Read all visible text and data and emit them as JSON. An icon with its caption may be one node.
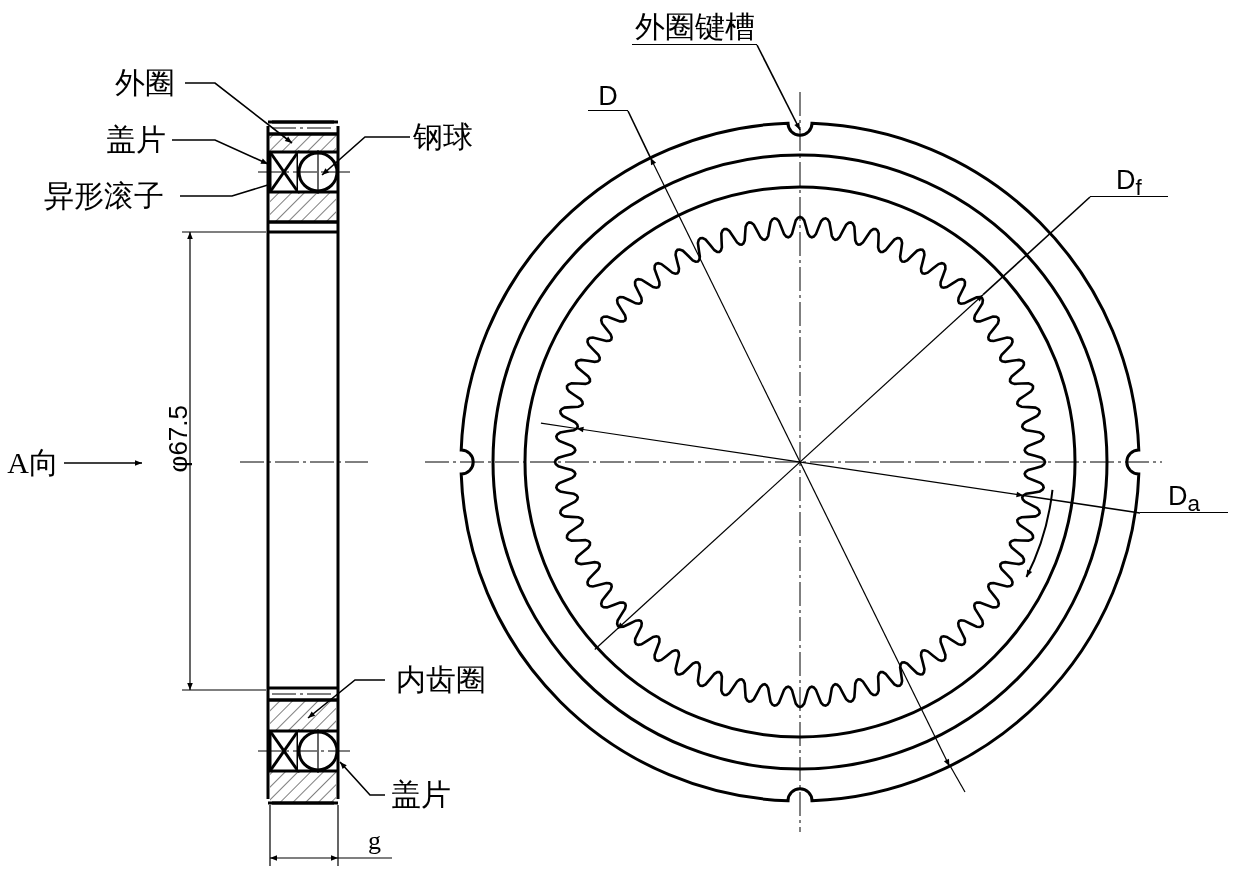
{
  "diagram": {
    "nodes": [
      {
        "text": [
          "外圈"
        ]
      },
      {
        "text": [
          "盖片"
        ]
      },
      {
        "text": [
          "异形滚子"
        ]
      },
      {
        "text": [
          "钢球"
        ]
      },
      {
        "text": [
          "内齿圈"
        ]
      },
      {
        "text": [
          "盖片"
        ]
      },
      {
        "text": [
          "外圈键槽"
        ]
      },
      {
        "text": [
          "D"
        ]
      },
      {
        "text": [
          "D$_{f}$"
        ]
      },
      {
        "text": [
          "D$_{a}$"
        ]
      },
      {
        "text": [
          "A向"
        ]
      }
    ],
    "edges": [
      {
        "from": 0,
        "to": null,
        "arrow": "to"
      },
      {
        "from": 1,
        "to": null,
        "arrow": "to"
      },
      {
        "from": 2,
        "to": null,
        "arrow": "none"
      },
      {
        "from": 3,
        "to": null,
        "arrow": "to"
      },
      {
        "from": 4,
        "to": null,
        "arrow": "to"
      },
      {
        "from": 5,
        "to": null,
        "arrow": "to"
      },
      {
        "from": 6,
        "to": null,
        "arrow": "to"
      },
      {
        "from": 7,
        "to": null,
        "arrow": "none"
      },
      {
        "from": 8,
        "to": null,
        "arrow": "none"
      },
      {
        "from": 9,
        "to": null,
        "arrow": "none"
      },
      {
        "from": 10,
        "to": null,
        "arrow": "to"
      }
    ],
    "labels": [
      "φ67.5",
      "g"
    ]
  }
}
